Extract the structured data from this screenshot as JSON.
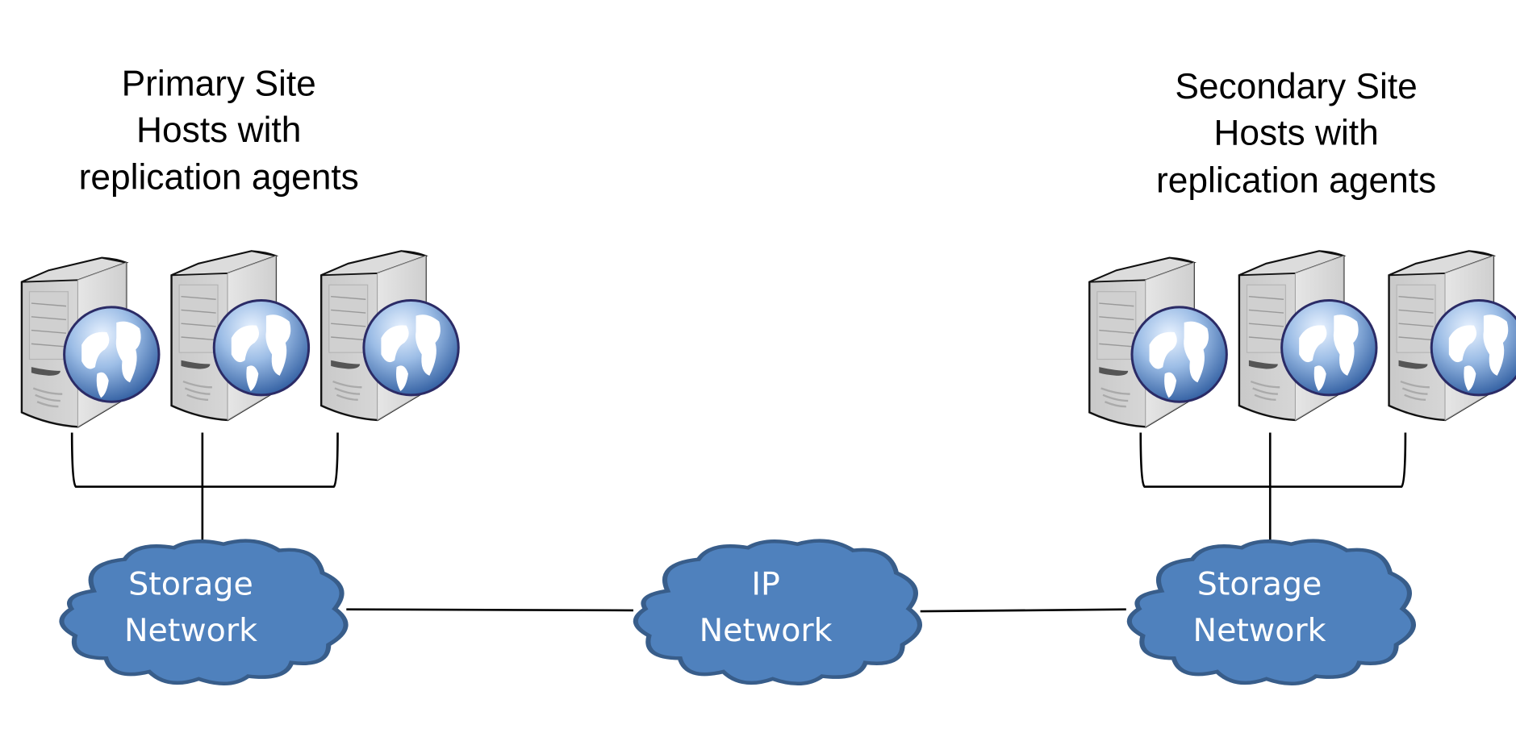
{
  "diagram": {
    "type": "network-topology",
    "sites": [
      {
        "id": "primary",
        "title_lines": [
          "Primary Site",
          "Hosts with",
          "replication agents"
        ],
        "hosts": 3,
        "host_icon": "web-server-globe-icon",
        "network_label_lines": [
          "Storage",
          "Network"
        ]
      },
      {
        "id": "secondary",
        "title_lines": [
          "Secondary Site",
          "Hosts with",
          "replication agents"
        ],
        "hosts": 3,
        "host_icon": "web-server-globe-icon",
        "network_label_lines": [
          "Storage",
          "Network"
        ]
      }
    ],
    "core_network": {
      "label_lines": [
        "IP",
        "Network"
      ]
    },
    "connections": [
      [
        "primary.hosts",
        "primary.storage-network"
      ],
      [
        "primary.storage-network",
        "ip-network"
      ],
      [
        "ip-network",
        "secondary.storage-network"
      ],
      [
        "secondary.hosts",
        "secondary.storage-network"
      ]
    ],
    "colors": {
      "cloud_fill": "#4f81bd",
      "cloud_stroke": "#385d8a",
      "cloud_text": "#ffffff",
      "server_body": "#d9d9d9",
      "globe_blue": "#3b6db3"
    }
  }
}
